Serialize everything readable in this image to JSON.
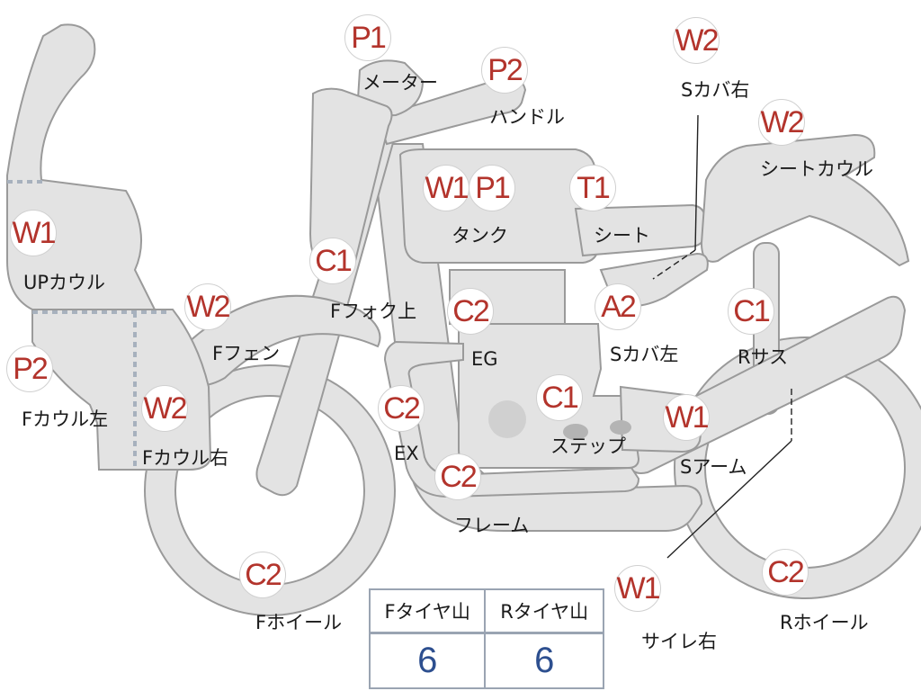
{
  "parts": [
    {
      "id": "meter",
      "code": "P1",
      "label": "メーター"
    },
    {
      "id": "handle",
      "code": "P2",
      "label": "ハンドル"
    },
    {
      "id": "side-cover-right",
      "code": "W2",
      "label": "Sカバ右"
    },
    {
      "id": "seat-cowl",
      "code": "W2",
      "label": "シートカウル"
    },
    {
      "id": "tank-w1",
      "code": "W1",
      "label": ""
    },
    {
      "id": "tank",
      "code": "P1",
      "label": "タンク"
    },
    {
      "id": "seat",
      "code": "T1",
      "label": "シート"
    },
    {
      "id": "upper-cowl",
      "code": "W1",
      "label": "UPカウル"
    },
    {
      "id": "front-fork-upper",
      "code": "C1",
      "label": "Fフォク上"
    },
    {
      "id": "front-fender",
      "code": "W2",
      "label": "Fフェン"
    },
    {
      "id": "engine",
      "code": "C2",
      "label": "EG"
    },
    {
      "id": "side-cover-left",
      "code": "A2",
      "label": "Sカバ左"
    },
    {
      "id": "rear-suspension",
      "code": "C1",
      "label": "Rサス"
    },
    {
      "id": "front-cowl-left",
      "code": "P2",
      "label": "Fカウル左"
    },
    {
      "id": "front-cowl-right",
      "code": "W2",
      "label": "Fカウル右"
    },
    {
      "id": "exhaust",
      "code": "C2",
      "label": "EX"
    },
    {
      "id": "step",
      "code": "C1",
      "label": "ステップ"
    },
    {
      "id": "swing-arm",
      "code": "W1",
      "label": "Sアーム"
    },
    {
      "id": "frame",
      "code": "C2",
      "label": "フレーム"
    },
    {
      "id": "front-wheel",
      "code": "C2",
      "label": "Fホイール"
    },
    {
      "id": "silencer-right",
      "code": "W1",
      "label": "サイレ右"
    },
    {
      "id": "rear-wheel",
      "code": "C2",
      "label": "Rホイール"
    }
  ],
  "tire_table": {
    "headers": [
      "Fタイヤ山",
      "Rタイヤ山"
    ],
    "values": [
      "6",
      "6"
    ]
  }
}
